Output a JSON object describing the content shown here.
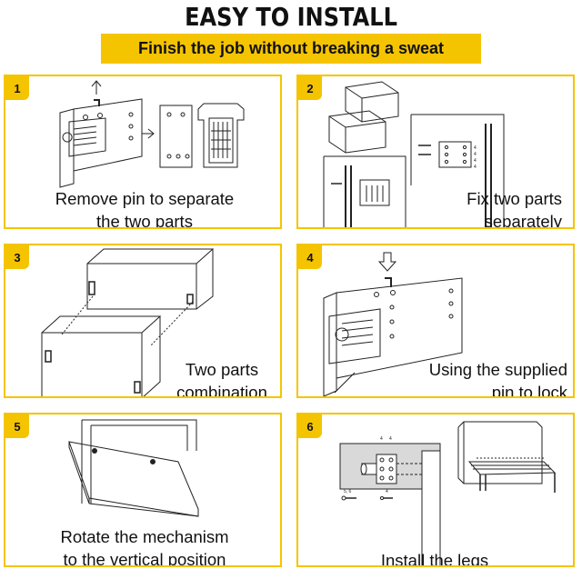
{
  "header": {
    "title": "EASY TO INSTALL",
    "subtitle": "Finish the job without breaking a sweat"
  },
  "colors": {
    "accent": "#f5c400",
    "text": "#111111"
  },
  "steps": [
    {
      "number": "1",
      "caption_line1": "Remove pin to separate",
      "caption_line2": "the two parts"
    },
    {
      "number": "2",
      "caption_line1": "Fix two parts",
      "caption_line2": "separately"
    },
    {
      "number": "3",
      "caption_line1": "Two parts",
      "caption_line2": "combination"
    },
    {
      "number": "4",
      "caption_line1": "Using the supplied",
      "caption_line2": "pin to lock"
    },
    {
      "number": "5",
      "caption_line1": "Rotate the mechanism",
      "caption_line2": "to the vertical position"
    },
    {
      "number": "6",
      "caption_line1": "Install the legs",
      "caption_line2": ""
    }
  ],
  "diagram_labels": {
    "step2_bracket_marks": [
      "4",
      "4",
      "4",
      "4"
    ],
    "step6_top_marks": [
      "4",
      "4"
    ],
    "step6_screw_label": "5, 6",
    "step6_side_mark": "4"
  },
  "icons": [
    "up-arrow-icon",
    "right-arrow-icon",
    "down-arrow-icon",
    "pin-icon",
    "screw-icon"
  ]
}
